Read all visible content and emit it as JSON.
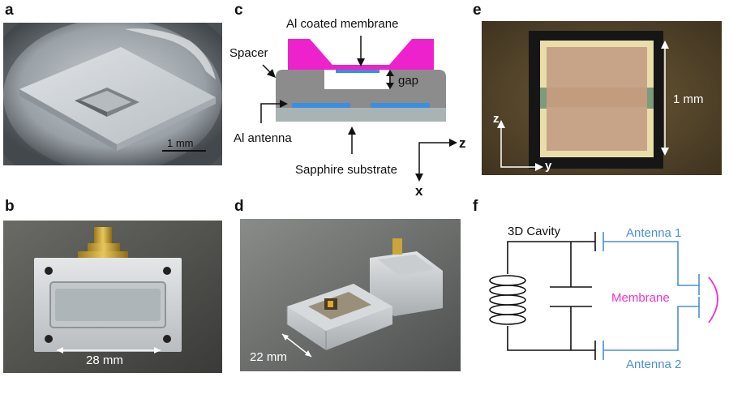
{
  "panels": {
    "a": {
      "letter": "a",
      "scalebar_label": "1 mm"
    },
    "b": {
      "letter": "b",
      "dimension_label": "28 mm"
    },
    "c": {
      "letter": "c",
      "membrane_label": "Al coated membrane",
      "spacer_label": "Spacer",
      "gap_label": "gap",
      "antenna_label": "Al antenna",
      "substrate_label": "Sapphire substrate",
      "axis_z": "z",
      "axis_x": "x"
    },
    "d": {
      "letter": "d",
      "dimension_label": "22 mm"
    },
    "e": {
      "letter": "e",
      "scale_label": "1 mm",
      "axis_z": "z",
      "axis_y": "y"
    },
    "f": {
      "letter": "f",
      "cavity_label": "3D Cavity",
      "antenna1_label": "Antenna 1",
      "antenna2_label": "Antenna 2",
      "membrane_label": "Membrane"
    }
  },
  "colors": {
    "membrane_pink": "#ee22cc",
    "antenna_blue": "#3b8fe0",
    "spacer_gray": "#8c8c8c",
    "substrate_gray": "#a9b3b3",
    "circuit_blue": "#4a90d9",
    "membrane_magenta": "#ee33cc"
  }
}
